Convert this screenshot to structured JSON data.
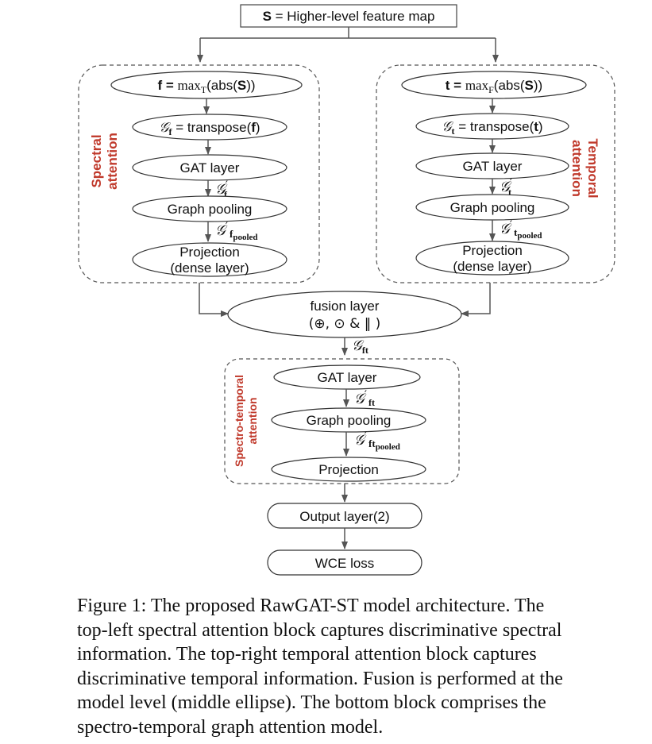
{
  "input_box": {
    "label_bold": "S",
    "label_rest": " = Higher-level feature map"
  },
  "spectral": {
    "block_label_1": "Spectral",
    "block_label_2": "attention",
    "max_left": "f = ",
    "max_fn": "max",
    "max_sub": "T",
    "max_arg": "(abs(",
    "max_arg_bold": "S",
    "max_close": "))",
    "transpose_sym": "𝒢",
    "transpose_sub": "f",
    "transpose_eq": " = transpose(",
    "transpose_arg": "f",
    "transpose_close": ")",
    "gat": "GAT layer",
    "edge1_sym": "𝒢",
    "edge1_prime": "′",
    "edge1_sub": "f",
    "pool": "Graph pooling",
    "edge2_sym": "𝒢",
    "edge2_prime": "′",
    "edge2_sub": "f",
    "edge2_subsub": "pooled",
    "proj_1": "Projection",
    "proj_2": "(dense layer)"
  },
  "temporal": {
    "block_label_1": "Temporal",
    "block_label_2": "attention",
    "max_left": "t = ",
    "max_fn": "max",
    "max_sub": "F",
    "max_arg": "(abs(",
    "max_arg_bold": "S",
    "max_close": "))",
    "transpose_sym": "𝒢",
    "transpose_sub": "t",
    "transpose_eq": " = transpose(",
    "transpose_arg": "t",
    "transpose_close": ")",
    "gat": "GAT layer",
    "edge1_sym": "𝒢",
    "edge1_prime": "′",
    "edge1_sub": "t",
    "pool": "Graph pooling",
    "edge2_sym": "𝒢",
    "edge2_prime": "′",
    "edge2_sub": "t",
    "edge2_subsub": "pooled",
    "proj_1": "Projection",
    "proj_2": "(dense layer)"
  },
  "fusion": {
    "line1": "fusion layer",
    "line2": "(⊕, ⊙ & ‖ )",
    "edge_sym": "𝒢",
    "edge_sub": "ft"
  },
  "spectro_temporal": {
    "block_label_1": "Spectro-temporal",
    "block_label_2": "attention",
    "gat": "GAT layer",
    "edge1_sym": "𝒢",
    "edge1_prime": "′",
    "edge1_sub": "ft",
    "pool": "Graph pooling",
    "edge2_sym": "𝒢",
    "edge2_prime": "′",
    "edge2_sub": "ft",
    "edge2_subsub": "pooled",
    "proj": "Projection"
  },
  "output": {
    "label": "Output layer(2)"
  },
  "loss": {
    "label": "WCE loss"
  },
  "caption": {
    "l1": "Figure 1:   The proposed RawGAT-ST model architecture.  The",
    "l2": "top-left spectral attention block captures discriminative spectral",
    "l3": "information.  The top-right temporal attention block captures",
    "l4": "discriminative temporal information. Fusion is performed at the",
    "l5": "model level (middle ellipse).  The bottom block comprises the",
    "l6": "spectro-temporal graph attention model."
  },
  "colors": {
    "stroke": "#444444",
    "arrow": "#555555",
    "accent": "#c0392b",
    "text": "#111111"
  }
}
